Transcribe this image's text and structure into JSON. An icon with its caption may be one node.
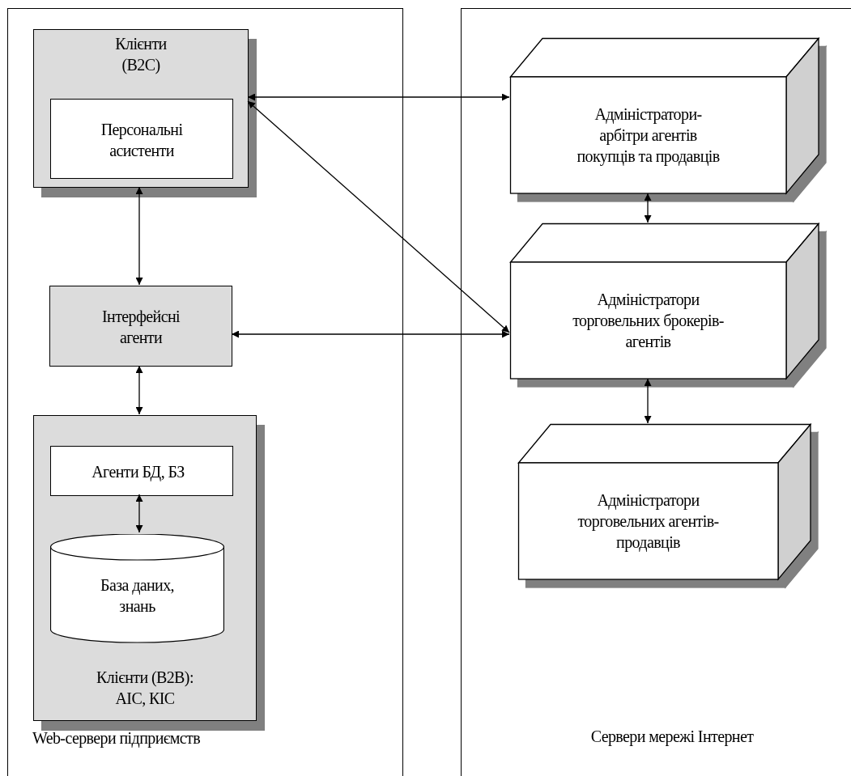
{
  "diagram": {
    "nodes": [
      {
        "text": [
          "Web-сервери підприємств"
        ]
      },
      {
        "text": [
          "Клієнти (B2C)"
        ],
        "in": 0
      },
      {
        "text": [
          "Персональні асистенти"
        ],
        "in": 1
      },
      {
        "text": [
          "Інтерфейсні агенти"
        ],
        "in": 0
      },
      {
        "text": [
          "Клієнти (B2B): АІС, КІС"
        ],
        "in": 0
      },
      {
        "text": [
          "Агенти БД, БЗ"
        ],
        "in": 4
      },
      {
        "text": [
          "База даних, знань"
        ],
        "in": 4
      },
      {
        "text": [
          "Сервери мережі Інтернет"
        ]
      },
      {
        "text": [
          "Адміністратори-арбітри агентів покупців та продавців"
        ],
        "in": 7
      },
      {
        "text": [
          "Адміністратори торговельних брокерів-агентів"
        ],
        "in": 7
      },
      {
        "text": [
          "Адміністратори торговельних агентів-продавців"
        ],
        "in": 7
      }
    ],
    "edges": [
      {
        "from": 1,
        "to": 8,
        "arrow": "both"
      },
      {
        "from": 1,
        "to": 9,
        "arrow": "both"
      },
      {
        "from": 1,
        "to": 3,
        "arrow": "both"
      },
      {
        "from": 3,
        "to": 9,
        "arrow": "both"
      },
      {
        "from": 3,
        "to": 4,
        "arrow": "both"
      },
      {
        "from": 5,
        "to": 6,
        "arrow": "both"
      },
      {
        "from": 8,
        "to": 9,
        "arrow": "both"
      },
      {
        "from": 9,
        "to": 10,
        "arrow": "both"
      }
    ]
  }
}
